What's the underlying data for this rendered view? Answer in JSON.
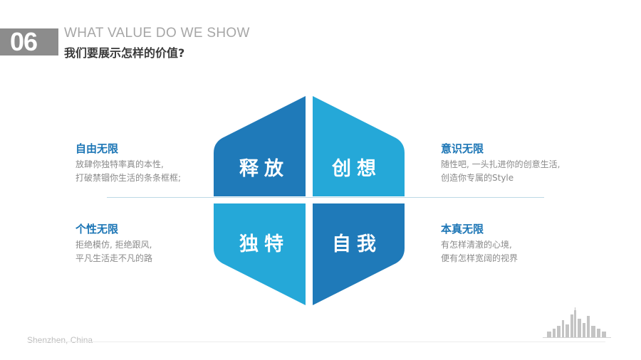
{
  "header": {
    "number": "06",
    "subtitle_en": "WHAT VALUE DO WE SHOW",
    "title_cn": "我们要展示怎样的价值?"
  },
  "diagram": {
    "quadrants": {
      "top_left": "释放",
      "top_right": "创想",
      "bottom_left": "独特",
      "bottom_right": "自我"
    },
    "colors": {
      "dark_blue": "#1f7ab9",
      "light_blue": "#25a8d8",
      "heading_blue": "#1b75b5"
    }
  },
  "blocks": {
    "top_left": {
      "heading": "自由无限",
      "lines": [
        "放肆你独特率真的本性,",
        "打破禁锢你生活的条条框框;"
      ]
    },
    "bottom_left": {
      "heading": "个性无限",
      "lines": [
        "拒绝模仿, 拒绝跟风,",
        "平凡生活走不凡的路"
      ]
    },
    "top_right": {
      "heading": "意识无限",
      "lines": [
        "随性吧, 一头扎进你的创意生活,",
        "创造你专属的Style"
      ]
    },
    "bottom_right": {
      "heading": "本真无限",
      "lines": [
        "有怎样清澈的心境,",
        "便有怎样宽阔的视界"
      ]
    }
  },
  "footer": {
    "city": "Shenzhen, China",
    "skyline_icon": "city-skyline-icon"
  }
}
